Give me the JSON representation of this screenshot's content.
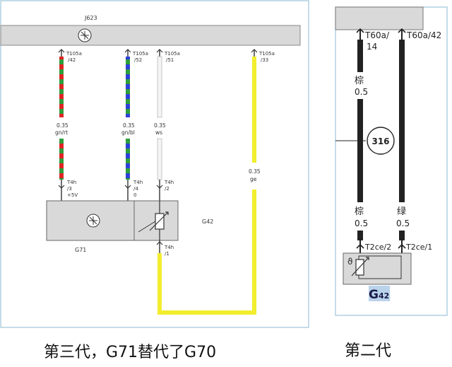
{
  "left_diagram": {
    "bus_label": "J623",
    "wires": [
      {
        "pin": "T105a",
        "pin_num": "/42",
        "gauge": "0.35",
        "color_code": "gn/rt",
        "conn": "T4h",
        "conn_num": "/3",
        "conn_sig": "+5V"
      },
      {
        "pin": "T105a",
        "pin_num": "/52",
        "gauge": "0.35",
        "color_code": "gn/bl",
        "conn": "T4h",
        "conn_num": "/4",
        "conn_sig": "0"
      },
      {
        "pin": "T105a",
        "pin_num": "/51",
        "gauge": "0.35",
        "color_code": "ws",
        "conn": "T4h",
        "conn_num": "/2",
        "conn_sig": ""
      },
      {
        "pin": "T105a",
        "pin_num": "/33",
        "gauge": "0.35",
        "color_code": "ge",
        "conn": "",
        "conn_num": "",
        "conn_sig": ""
      }
    ],
    "sensor_body_label": "G71",
    "sensor_label": "G42",
    "lower_conn": "T4h",
    "lower_conn_num": "/1"
  },
  "right_diagram": {
    "pins": [
      {
        "label": "T60a/",
        "num": "14"
      },
      {
        "label": "T60a/42",
        "num": ""
      }
    ],
    "upper_wire": {
      "color": "棕",
      "gauge": "0.5"
    },
    "splice": "316",
    "lower_wires": [
      {
        "color": "棕",
        "gauge": "0.5",
        "conn": "T2ce/2"
      },
      {
        "color": "绿",
        "gauge": "0.5",
        "conn": "T2ce/1"
      }
    ],
    "theta": "ϑ",
    "sensor_label_main": "G",
    "sensor_label_sub": "42"
  },
  "captions": {
    "left": "第三代，G71替代了G70",
    "right": "第二代"
  },
  "colors": {
    "green": "#2e9e3c",
    "red": "#e02424",
    "blue": "#2f3fd8",
    "yellow": "#f2ee2e",
    "white_wire": "#f4f4f4",
    "box_fill": "#d9d9d9",
    "frame": "#9ec4d8"
  }
}
